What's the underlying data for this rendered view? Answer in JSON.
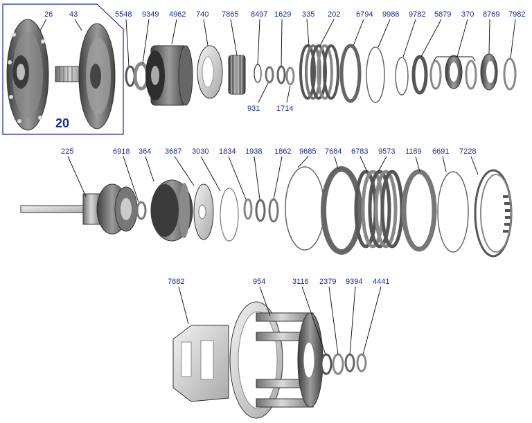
{
  "diagram": {
    "group_badge": "20",
    "colors": {
      "label": "#1a2a9c",
      "leader": "#1a1a1a",
      "metal": "#9a9a9a",
      "dark_metal": "#555555",
      "box": "#1a2a9c"
    },
    "row1": [
      {
        "id": "26"
      },
      {
        "id": "43"
      },
      {
        "id": "5548"
      },
      {
        "id": "9349"
      },
      {
        "id": "4962"
      },
      {
        "id": "740"
      },
      {
        "id": "7865"
      },
      {
        "id": "8497"
      },
      {
        "id": "1629"
      },
      {
        "id": "931"
      },
      {
        "id": "1714"
      },
      {
        "id": "335"
      },
      {
        "id": "202"
      },
      {
        "id": "6794"
      },
      {
        "id": "9986"
      },
      {
        "id": "9782"
      },
      {
        "id": "5879"
      },
      {
        "id": "370"
      },
      {
        "id": "8769"
      },
      {
        "id": "7982"
      }
    ],
    "row2": [
      {
        "id": "225"
      },
      {
        "id": "6918"
      },
      {
        "id": "364"
      },
      {
        "id": "3687"
      },
      {
        "id": "3030"
      },
      {
        "id": "1834"
      },
      {
        "id": "1938"
      },
      {
        "id": "1862"
      },
      {
        "id": "9685"
      },
      {
        "id": "7684"
      },
      {
        "id": "6783"
      },
      {
        "id": "9573"
      },
      {
        "id": "1189"
      },
      {
        "id": "6691"
      },
      {
        "id": "7228"
      }
    ],
    "row3": [
      {
        "id": "7682"
      },
      {
        "id": "954"
      },
      {
        "id": "3116"
      },
      {
        "id": "2379"
      },
      {
        "id": "9394"
      },
      {
        "id": "4441"
      }
    ]
  }
}
